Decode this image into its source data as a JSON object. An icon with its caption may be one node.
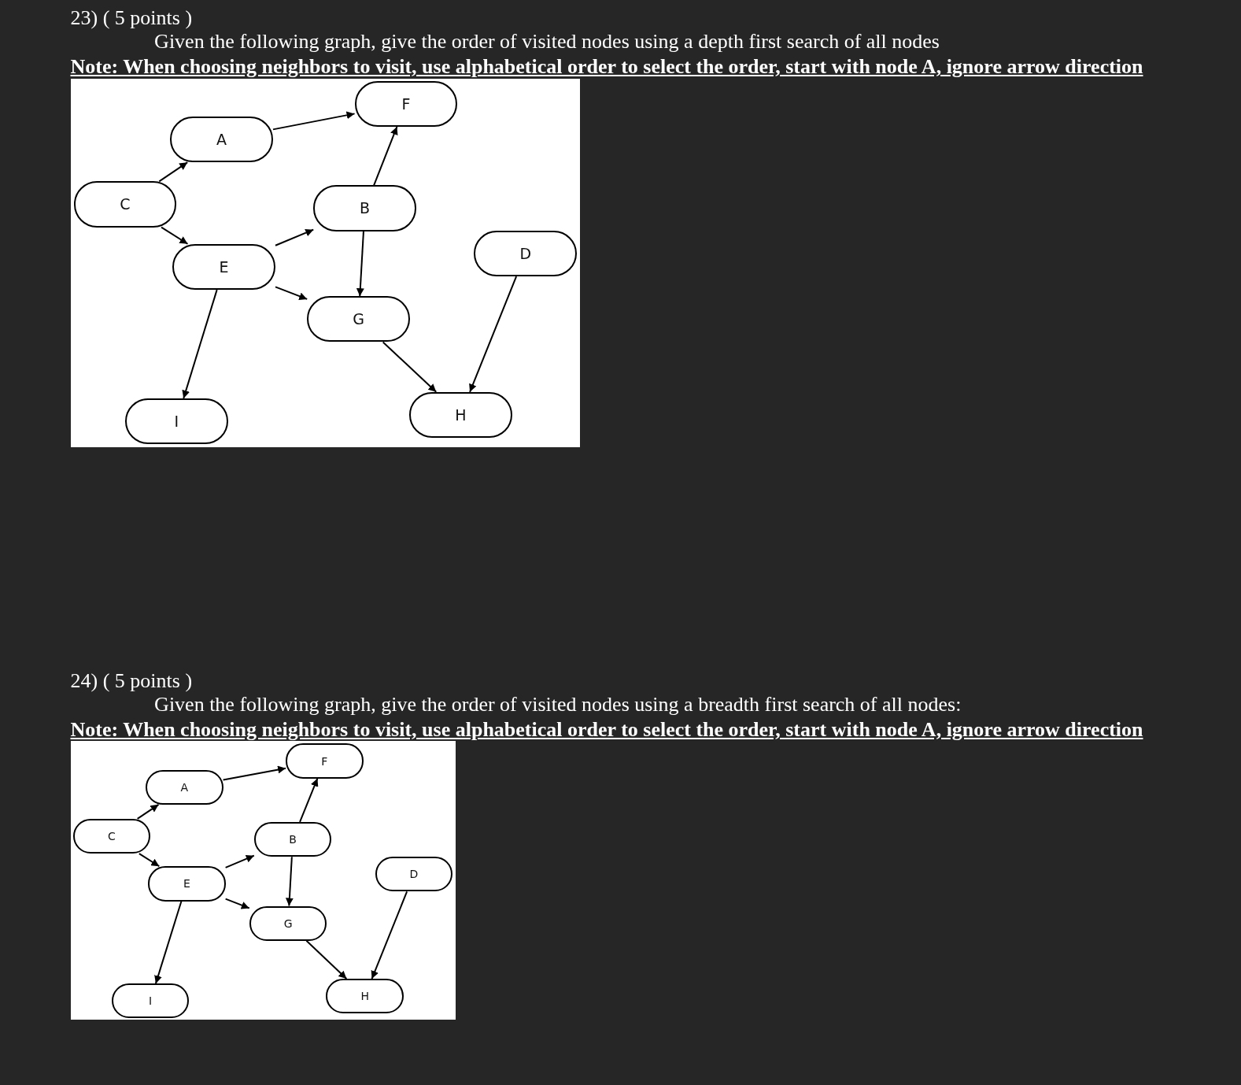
{
  "diagram": {
    "nodes": [
      {
        "text": [
          "F"
        ]
      },
      {
        "text": [
          "A"
        ]
      },
      {
        "text": [
          "C"
        ]
      },
      {
        "text": [
          "B"
        ]
      },
      {
        "text": [
          "D"
        ]
      },
      {
        "text": [
          "E"
        ]
      },
      {
        "text": [
          "G"
        ]
      },
      {
        "text": [
          "H"
        ]
      },
      {
        "text": [
          "I"
        ]
      },
      {
        "text": [
          "F"
        ]
      },
      {
        "text": [
          "A"
        ]
      },
      {
        "text": [
          "C"
        ]
      },
      {
        "text": [
          "B"
        ]
      },
      {
        "text": [
          "D"
        ]
      },
      {
        "text": [
          "E"
        ]
      },
      {
        "text": [
          "G"
        ]
      },
      {
        "text": [
          "H"
        ]
      },
      {
        "text": [
          "I"
        ]
      }
    ],
    "edges": [
      {
        "from": 2,
        "to": 1,
        "arrow": "to"
      },
      {
        "from": 1,
        "to": 0,
        "arrow": "to"
      },
      {
        "from": 2,
        "to": 5,
        "arrow": "to"
      },
      {
        "from": 5,
        "to": 3,
        "arrow": "to"
      },
      {
        "from": 5,
        "to": 6,
        "arrow": "to"
      },
      {
        "from": 3,
        "to": 0,
        "arrow": "to"
      },
      {
        "from": 3,
        "to": 6,
        "arrow": "to"
      },
      {
        "from": 5,
        "to": 8,
        "arrow": "to"
      },
      {
        "from": 6,
        "to": 7,
        "arrow": "to"
      },
      {
        "from": 4,
        "to": 7,
        "arrow": "to"
      },
      {
        "from": 11,
        "to": 10,
        "arrow": "to"
      },
      {
        "from": 10,
        "to": 9,
        "arrow": "to"
      },
      {
        "from": 11,
        "to": 14,
        "arrow": "to"
      },
      {
        "from": 14,
        "to": 12,
        "arrow": "to"
      },
      {
        "from": 14,
        "to": 15,
        "arrow": "to"
      },
      {
        "from": 12,
        "to": 9,
        "arrow": "to"
      },
      {
        "from": 12,
        "to": 15,
        "arrow": "to"
      },
      {
        "from": 14,
        "to": 17,
        "arrow": "to"
      },
      {
        "from": 15,
        "to": 16,
        "arrow": "to"
      },
      {
        "from": 13,
        "to": 16,
        "arrow": "to"
      }
    ],
    "labels": [
      "23) ( 5 points )",
      "Given the following graph, give the order of visited nodes using a depth first search of all nodes",
      "Note: When choosing neighbors to visit, use alphabetical order to select the order, start with node A, ignore arrow direction",
      "24) ( 5 points )",
      "Given the following graph, give the order of visited nodes using a breadth first search of all nodes:",
      "Note: When choosing neighbors to visit, use alphabetical order to select the order, start with node A, ignore arrow direction"
    ]
  }
}
